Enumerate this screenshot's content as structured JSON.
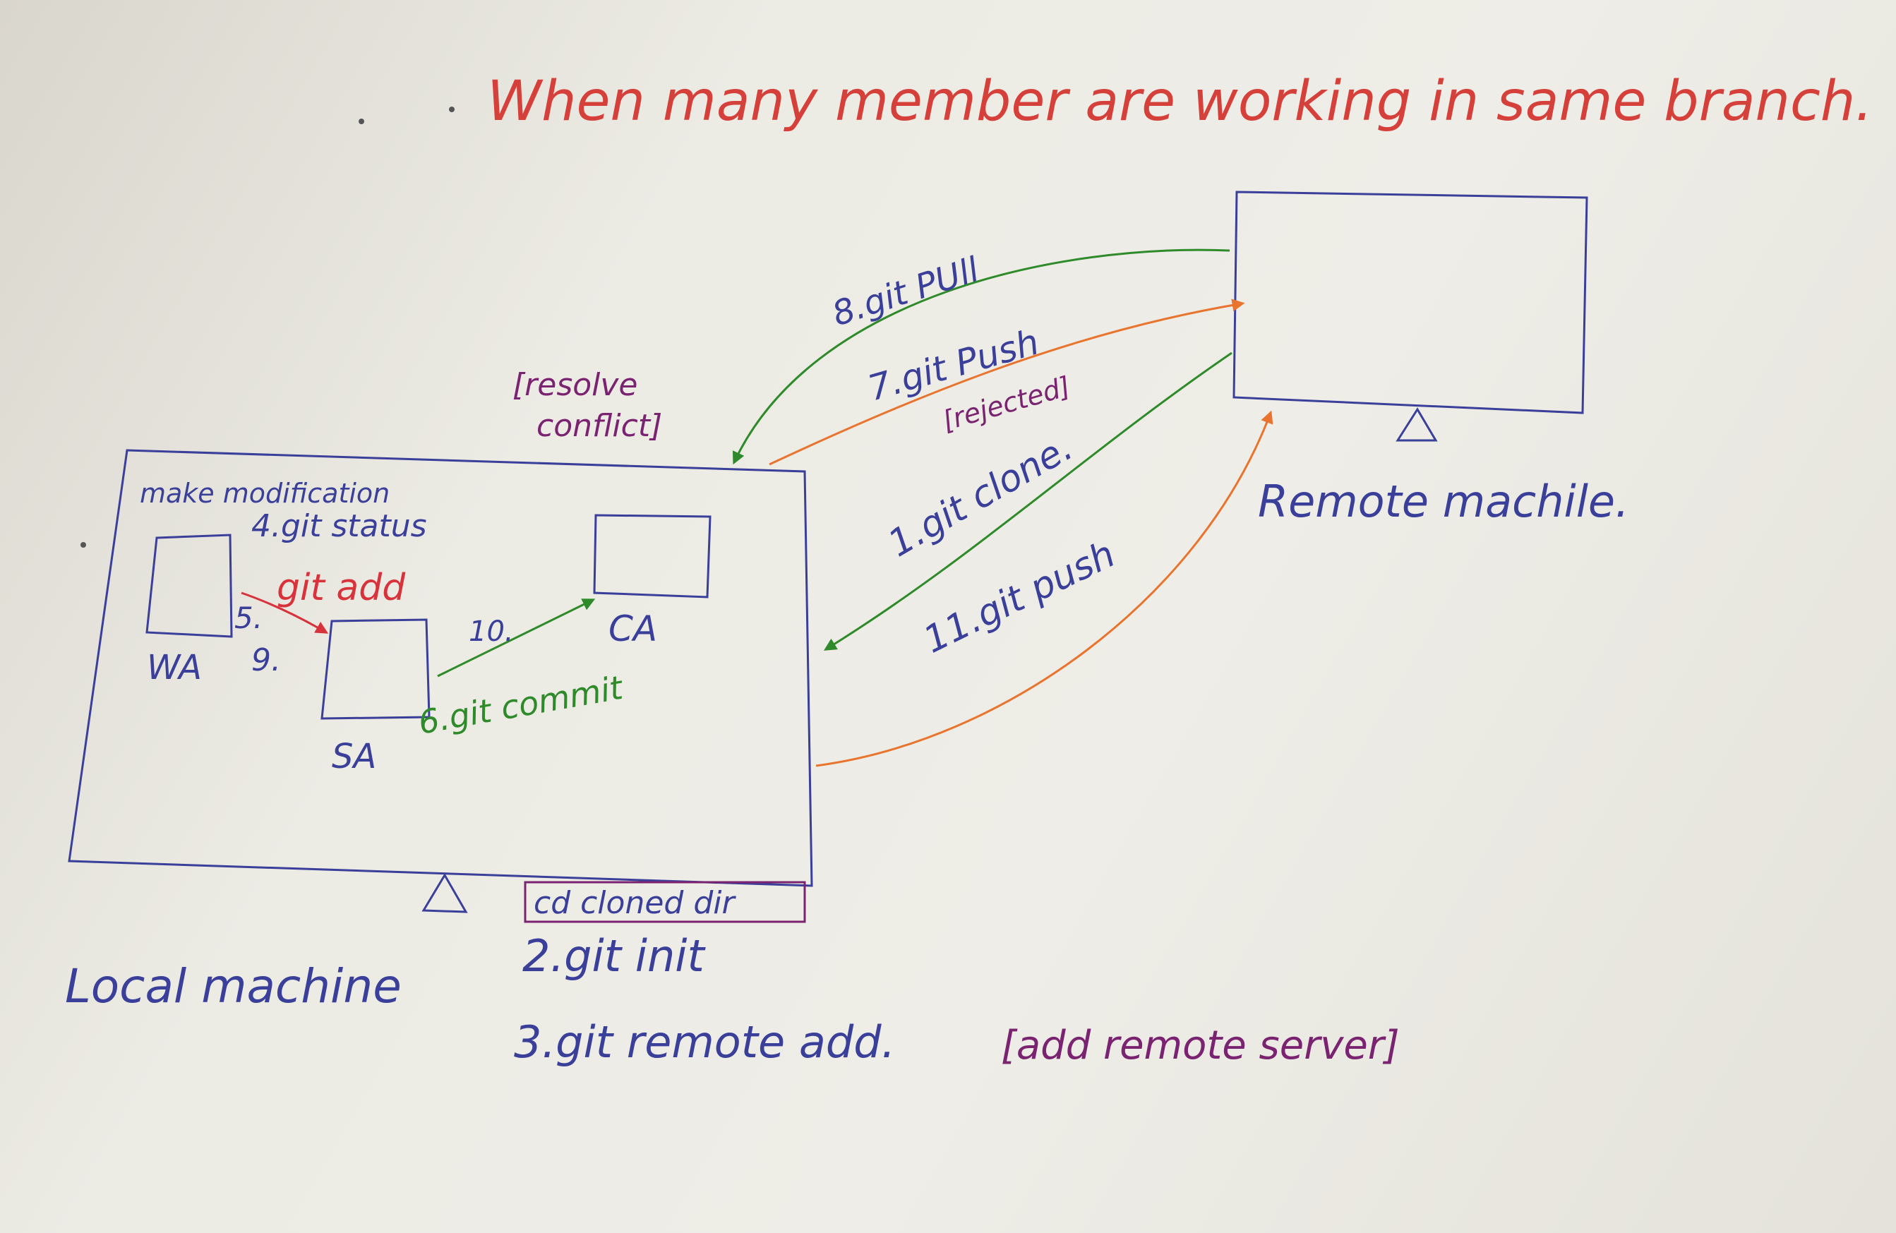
{
  "title": "When many member are working in same branch.",
  "local_machine": {
    "label": "Local machine",
    "notes": {
      "make_modification": "make modification",
      "git_status": "4.git status"
    },
    "areas": {
      "working": "WA",
      "staging": "SA",
      "commit": "CA"
    },
    "steps": {
      "git_add_label": "git add",
      "step_5": "5.",
      "step_9": "9.",
      "step_10": "10.",
      "git_commit": "6.git commit"
    }
  },
  "remote_machine": {
    "label": "Remote machile."
  },
  "arrows": {
    "git_pull": "8.git PUll",
    "git_push_7": "7.git Push",
    "rejected": "[rejected]",
    "resolve_conflict_line1": "[resolve",
    "resolve_conflict_line2": "conflict]",
    "git_clone": "1.git clone.",
    "git_push_11": "11.git push"
  },
  "setup_steps": {
    "cd_cloned_dir": "cd cloned dir",
    "git_init": "2.git init",
    "git_remote_add": "3.git remote add.",
    "add_remote_server": "[add remote server]"
  },
  "colors": {
    "ink_blue": "#3a3f9a",
    "ink_red": "#d8323a",
    "ink_green": "#2f8a2a",
    "ink_orange": "#e8742e",
    "ink_purple": "#7a2370",
    "paper": "#ebe9e2"
  }
}
